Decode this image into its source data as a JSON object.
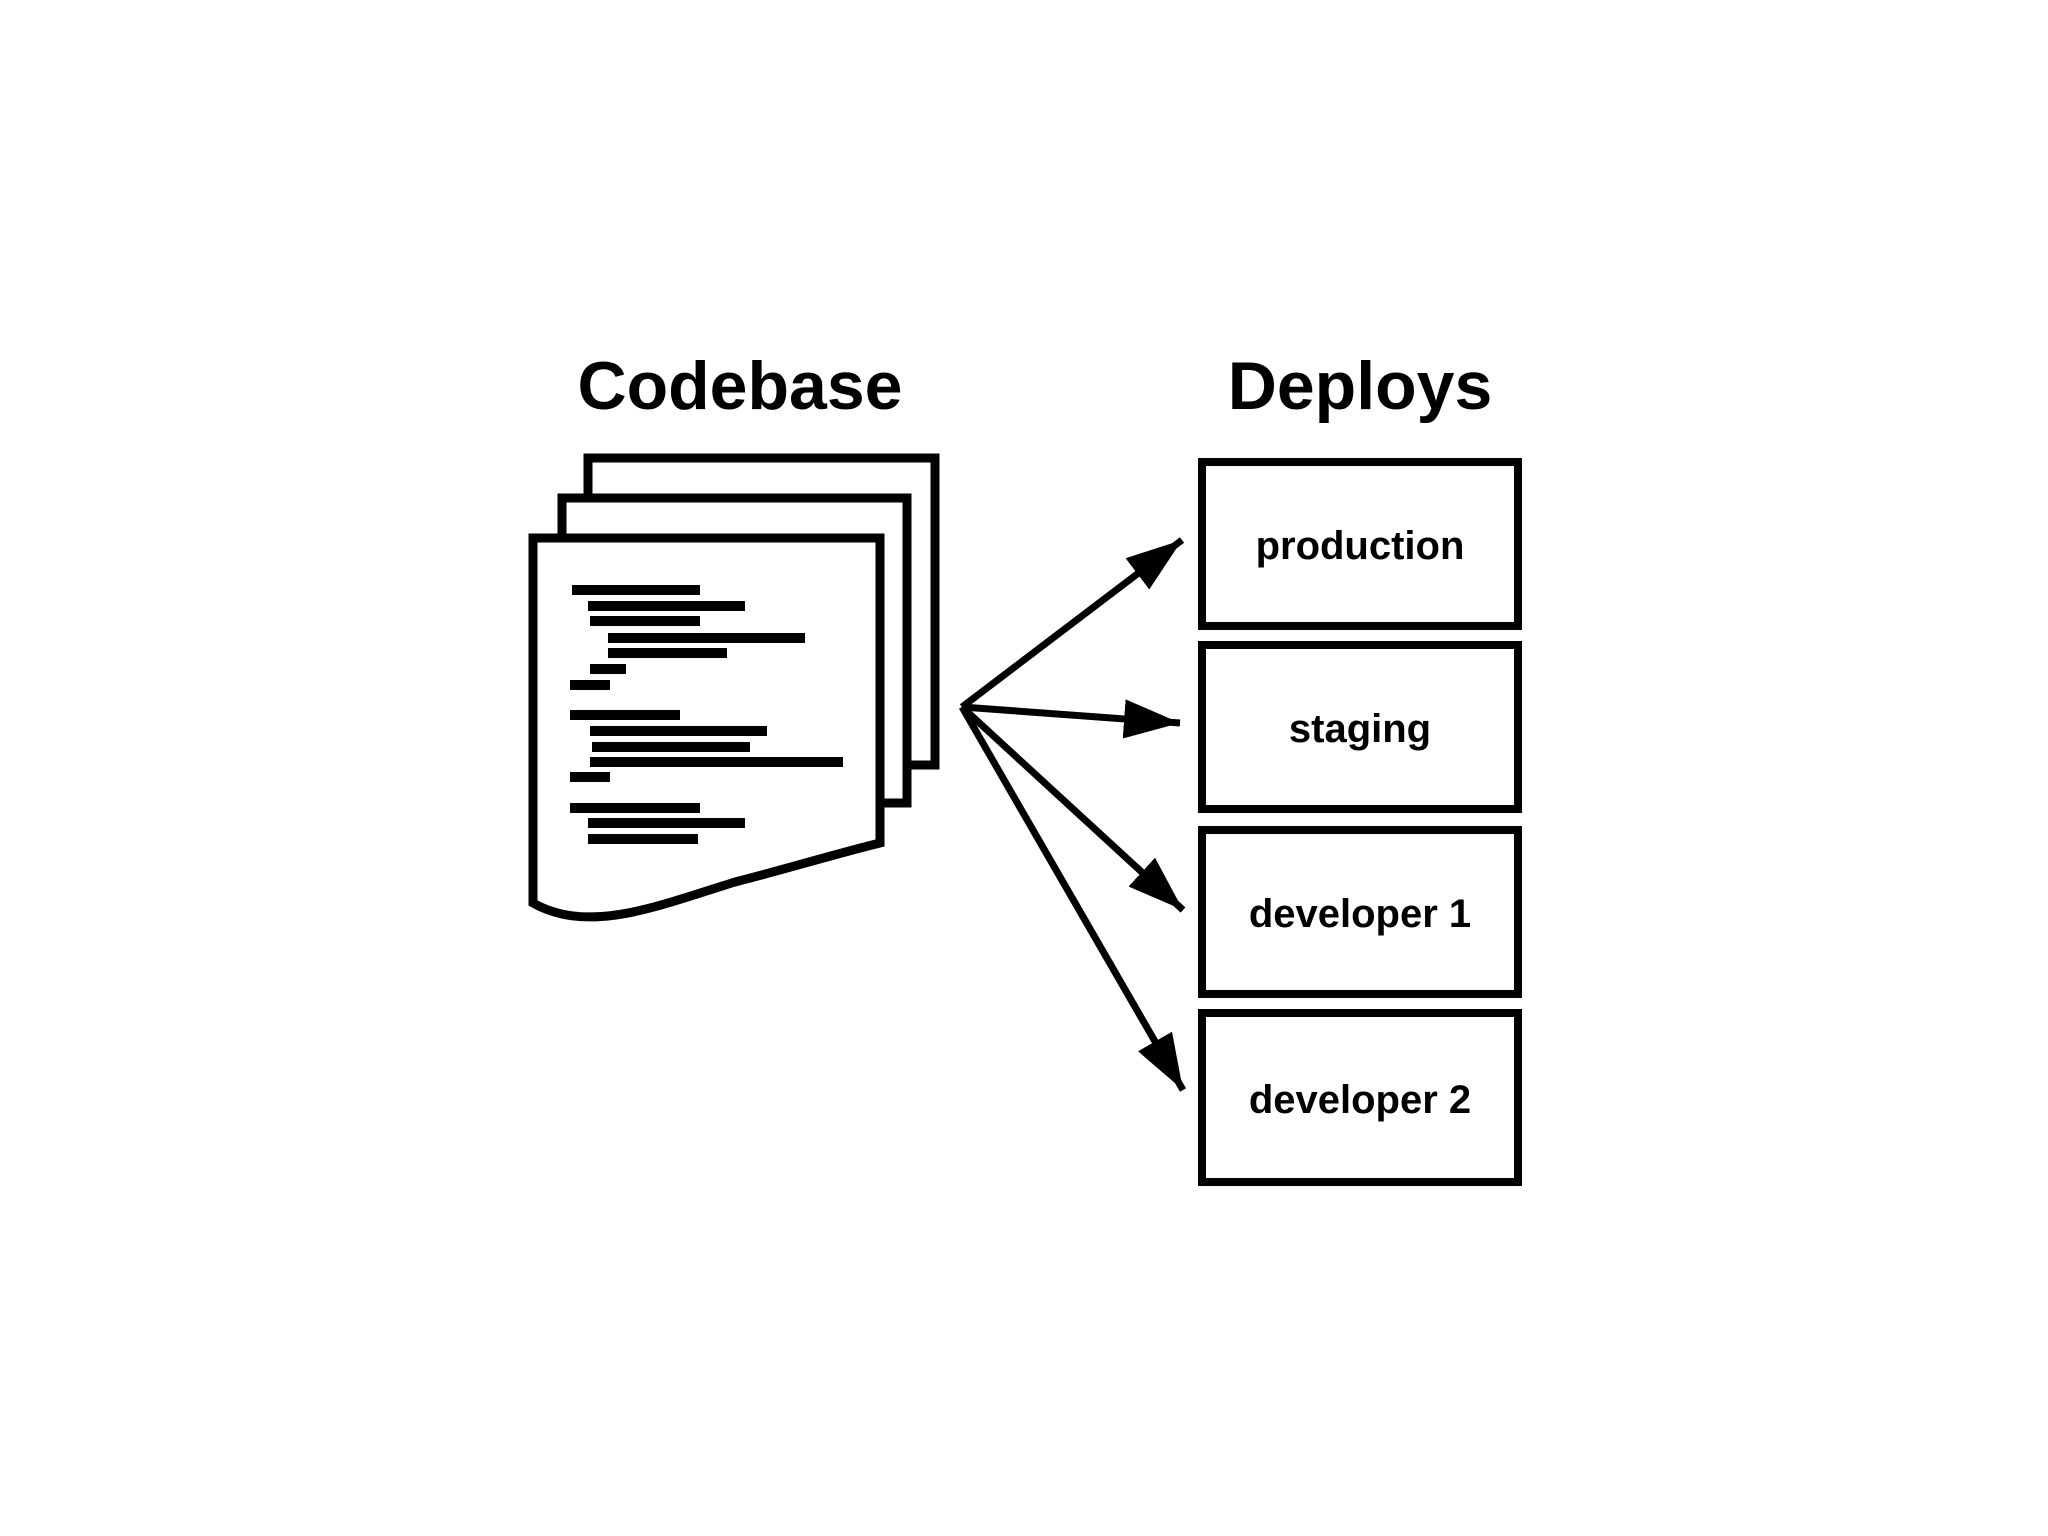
{
  "diagram": {
    "type": "flow-diagram",
    "background": "#ffffff",
    "ink_color": "#000000",
    "codebase": {
      "label": "Codebase",
      "icon": "document-stack",
      "pages": 3
    },
    "deploys": {
      "label": "Deploys",
      "targets": [
        {
          "id": "production",
          "label": "production"
        },
        {
          "id": "staging",
          "label": "staging"
        },
        {
          "id": "developer-1",
          "label": "developer 1"
        },
        {
          "id": "developer-2",
          "label": "developer 2"
        }
      ]
    },
    "connections": [
      {
        "from": "Codebase",
        "to": "production"
      },
      {
        "from": "Codebase",
        "to": "staging"
      },
      {
        "from": "Codebase",
        "to": "developer 1"
      },
      {
        "from": "Codebase",
        "to": "developer 2"
      }
    ]
  }
}
